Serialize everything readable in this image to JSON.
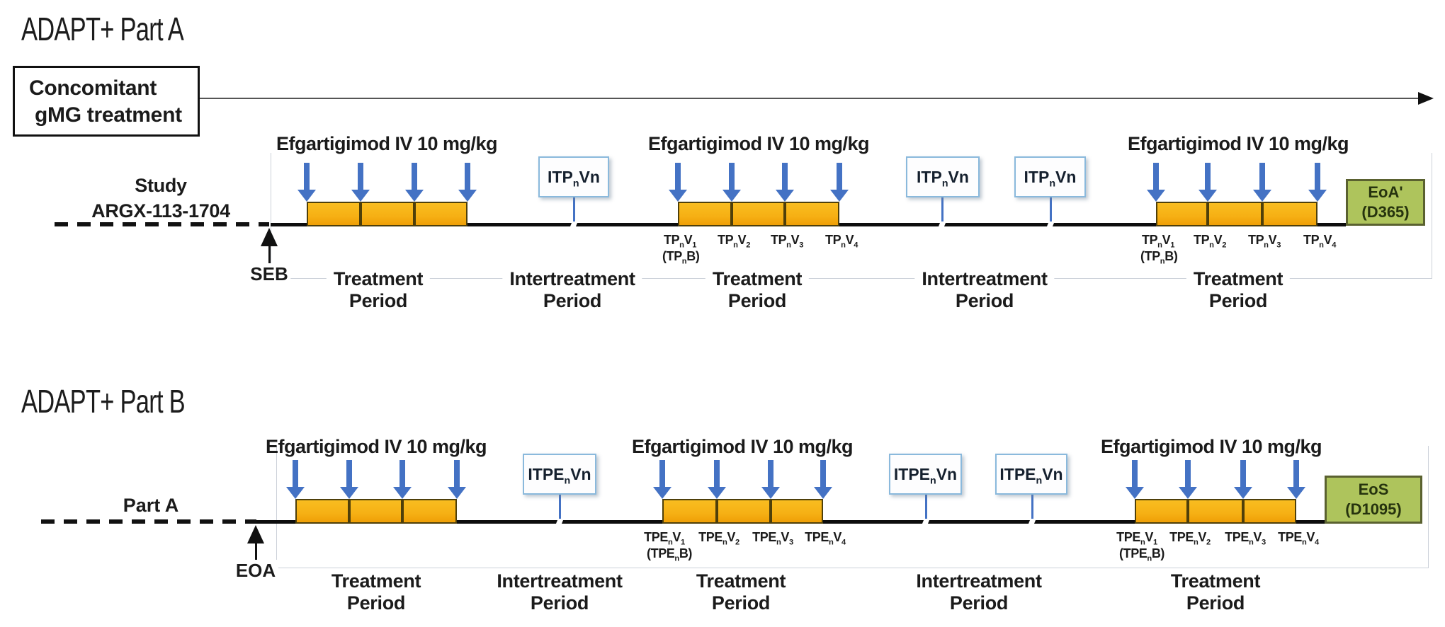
{
  "part_a": {
    "title": "ADAPT+ Part A",
    "concomitant_label_line1": "Concomitant",
    "concomitant_label_line2": "gMG treatment",
    "study_label_line1": "Study",
    "study_label_line2": "ARGX-113-1704",
    "start_marker": "SEB",
    "dose_label": "Efgartigimod IV 10 mg/kg",
    "itp_visit_box_label": "ITP_{n}Vn",
    "treatment_visit_labels": [
      "TP_{n}V_{1}",
      "TP_{n}V_{2}",
      "TP_{n}V_{3}",
      "TP_{n}V_{4}"
    ],
    "baseline_visit_label": "(TP_{n}B)",
    "treatment_period_label": [
      "Treatment",
      "Period"
    ],
    "intertreatment_period_label": [
      "Intertreatment",
      "Period"
    ],
    "end_box_label": [
      "EoA'",
      "(D365)"
    ]
  },
  "part_b": {
    "title": "ADAPT+ Part B",
    "axis_start_label": "Part A",
    "start_marker": "EOA",
    "dose_label": "Efgartigimod IV 10 mg/kg",
    "itp_visit_box_label": "ITPE_{n}Vn",
    "treatment_visit_labels": [
      "TPE_{n}V_{1}",
      "TPE_{n}V_{2}",
      "TPE_{n}V_{3}",
      "TPE_{n}V_{4}"
    ],
    "baseline_visit_label": "(TPE_{n}B)",
    "treatment_period_label": [
      "Treatment",
      "Period"
    ],
    "intertreatment_period_label": [
      "Intertreatment",
      "Period"
    ],
    "end_box_label": [
      "EoS",
      "(D1095)"
    ]
  },
  "colors": {
    "treatment_box_fill": "#f6b117",
    "treatment_box_border": "#4e3f0a",
    "dose_arrow_blue": "#4472c4",
    "visit_box_border": "#8ab9dc",
    "end_box_fill": "#aec45c",
    "end_box_border": "#5a6130",
    "timeline": "#0d0d0d"
  }
}
